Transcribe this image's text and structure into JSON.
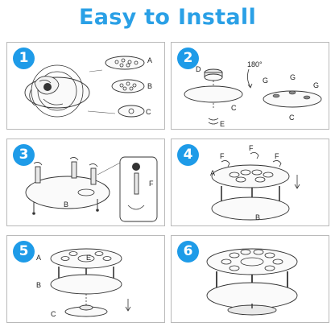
{
  "title": "Easy to Install",
  "steps": [
    {
      "number": "1",
      "labels": {
        "a": "A",
        "b": "B",
        "c": "C"
      }
    },
    {
      "number": "2",
      "labels": {
        "d": "D",
        "e": "E",
        "c1": "C",
        "c2": "C",
        "g1": "G",
        "g2": "G",
        "g3": "G",
        "rotation": "180°"
      }
    },
    {
      "number": "3",
      "labels": {
        "b": "B",
        "f": "F"
      }
    },
    {
      "number": "4",
      "labels": {
        "f1": "F",
        "f2": "F",
        "f3": "F",
        "a": "A",
        "b": "B"
      }
    },
    {
      "number": "5",
      "labels": {
        "a": "A",
        "b": "B",
        "c": "C",
        "e": "E"
      }
    },
    {
      "number": "6",
      "labels": {}
    }
  ],
  "colors": {
    "accent": "#2aa0e6",
    "badge": "#1e9be8",
    "border": "#b9b9b9"
  }
}
